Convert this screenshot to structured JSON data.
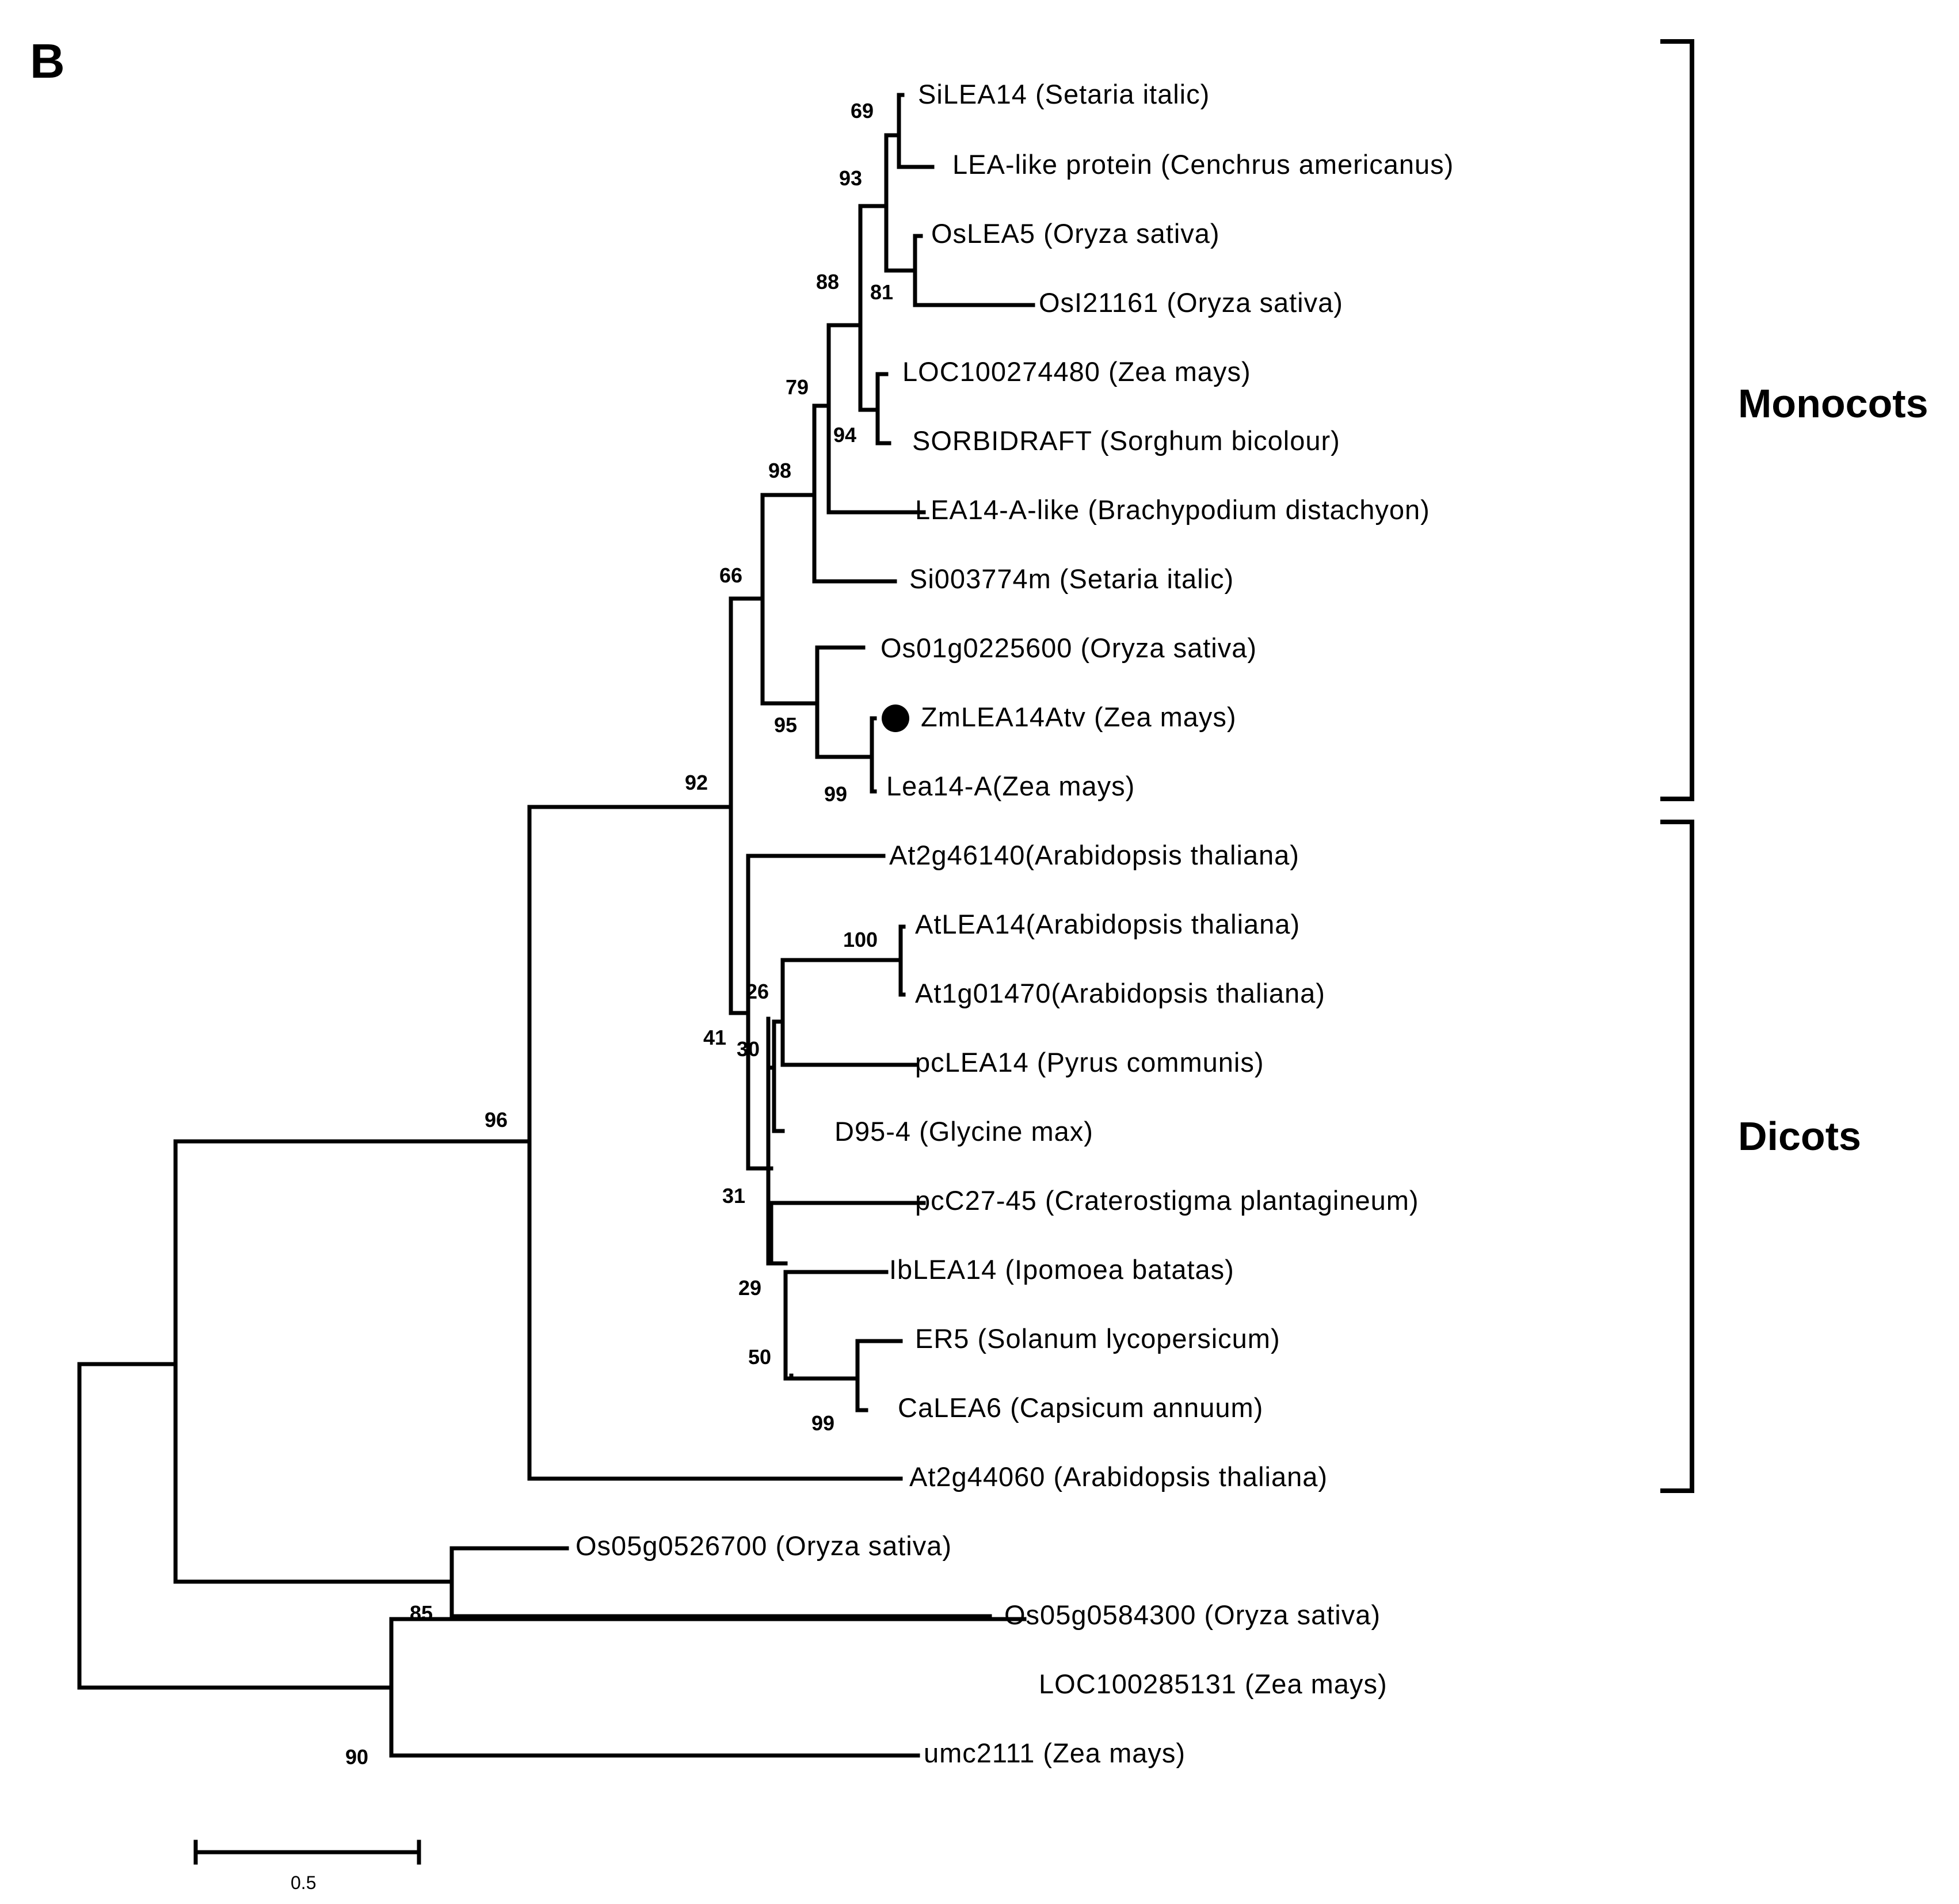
{
  "panel_label": "B",
  "clades": [
    {
      "id": "monocots",
      "label": "Monocots"
    },
    {
      "id": "dicots",
      "label": "Dicots"
    }
  ],
  "scale_bar": {
    "value_label": "0.5"
  },
  "highlight_marker": "filled-circle",
  "leaves": [
    {
      "id": "L1",
      "label": "SiLEA14 (Setaria italic)"
    },
    {
      "id": "L2",
      "label": "LEA-like protein (Cenchrus americanus)"
    },
    {
      "id": "L3",
      "label": "OsLEA5 (Oryza sativa)"
    },
    {
      "id": "L4",
      "label": "OsI21161 (Oryza sativa)"
    },
    {
      "id": "L5",
      "label": "LOC100274480 (Zea mays)"
    },
    {
      "id": "L6",
      "label": "SORBIDRAFT (Sorghum bicolour)"
    },
    {
      "id": "L7",
      "label": "LEA14-A-like (Brachypodium distachyon)"
    },
    {
      "id": "L8",
      "label": "Si003774m (Setaria italic)"
    },
    {
      "id": "L9",
      "label": "Os01g0225600 (Oryza sativa)"
    },
    {
      "id": "L10",
      "label": "ZmLEA14Atv (Zea mays)"
    },
    {
      "id": "L11",
      "label": "Lea14-A(Zea mays)"
    },
    {
      "id": "L12",
      "label": "At2g46140(Arabidopsis thaliana)"
    },
    {
      "id": "L13",
      "label": "AtLEA14(Arabidopsis thaliana)"
    },
    {
      "id": "L14",
      "label": "At1g01470(Arabidopsis thaliana)"
    },
    {
      "id": "L15",
      "label": "pcLEA14 (Pyrus communis)"
    },
    {
      "id": "L16",
      "label": "D95-4 (Glycine max)"
    },
    {
      "id": "L17",
      "label": "pcC27-45 (Craterostigma plantagineum)"
    },
    {
      "id": "L18",
      "label": "IbLEA14 (Ipomoea batatas)"
    },
    {
      "id": "L19",
      "label": "ER5 (Solanum lycopersicum)"
    },
    {
      "id": "L20",
      "label": "CaLEA6 (Capsicum annuum)"
    },
    {
      "id": "L21",
      "label": "At2g44060 (Arabidopsis thaliana)"
    },
    {
      "id": "L22",
      "label": "Os05g0526700 (Oryza sativa)"
    },
    {
      "id": "L23",
      "label": "Os05g0584300 (Oryza sativa)"
    },
    {
      "id": "L24",
      "label": "LOC100285131 (Zea mays)"
    },
    {
      "id": "L25",
      "label": "umc2111 (Zea mays)"
    }
  ],
  "bootstrap_values": [
    {
      "node": "N_SiLEA14_LEAlike",
      "value": "69"
    },
    {
      "node": "N_93",
      "value": "93"
    },
    {
      "node": "N_OsLEA5_OsI21161",
      "value": "81"
    },
    {
      "node": "N_88",
      "value": "88"
    },
    {
      "node": "N_LOC_SORB",
      "value": "94"
    },
    {
      "node": "N_79",
      "value": "79"
    },
    {
      "node": "N_98",
      "value": "98"
    },
    {
      "node": "N_66",
      "value": "66"
    },
    {
      "node": "N_95",
      "value": "95"
    },
    {
      "node": "N_99_zm",
      "value": "99"
    },
    {
      "node": "N_92",
      "value": "92"
    },
    {
      "node": "N_100",
      "value": "100"
    },
    {
      "node": "N_26",
      "value": "26"
    },
    {
      "node": "N_41",
      "value": "41"
    },
    {
      "node": "N_30",
      "value": "30"
    },
    {
      "node": "N_31",
      "value": "31"
    },
    {
      "node": "N_29",
      "value": "29"
    },
    {
      "node": "N_50",
      "value": "50"
    },
    {
      "node": "N_99_sol",
      "value": "99"
    },
    {
      "node": "N_96",
      "value": "96"
    },
    {
      "node": "N_85",
      "value": "85"
    },
    {
      "node": "N_90",
      "value": "90"
    }
  ]
}
